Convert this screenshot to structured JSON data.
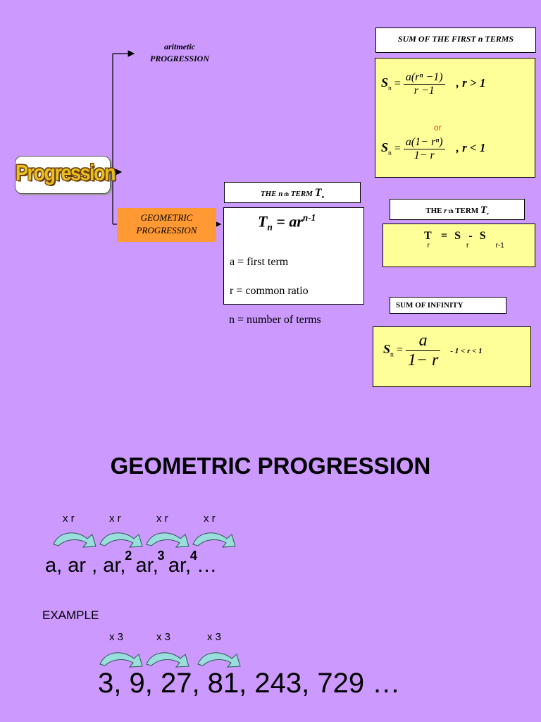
{
  "progression_title": "Progression",
  "arithmetic": {
    "line1": "aritmetic",
    "line2": "PROGRESSION"
  },
  "geometric": {
    "line1": "GEOMETRIC",
    "line2": "PROGRESSION"
  },
  "nth_term": {
    "label_pre": "THE ",
    "label_n": "n",
    "label_th": " th",
    "label_term": " TERM ",
    "label_T": "T",
    "label_sub": "n",
    "formula_T": "T",
    "formula_sub": "n",
    "formula_eq": " = ar",
    "formula_sup": "n-1",
    "def_a": "a = first term",
    "def_r": "r = common ratio",
    "def_n": "n = number of terms"
  },
  "sum_first_n": {
    "label": "SUM OF THE FIRST n TERMS",
    "f1_S": "S",
    "f1_sub": "n",
    "f1_eq": " =",
    "f1_num": "a(rⁿ −1)",
    "f1_den": "r −1",
    "f1_cond": ",  r  > 1",
    "or": "or",
    "f2_S": "S",
    "f2_sub": "n",
    "f2_eq": " =",
    "f2_num": "a(1− rⁿ)",
    "f2_den": "1− r",
    "f2_cond": ",  r  < 1"
  },
  "rth_term": {
    "label_pre": "THE ",
    "label_r": "r",
    "label_th": " th",
    "label_term": " TERM  ",
    "label_T": "T",
    "label_sub": "r",
    "f_T": "T",
    "f_Tsub": "r",
    "f_eq": "=",
    "f_S1": "S",
    "f_S1sub": "r",
    "f_minus": "-",
    "f_S2": "S",
    "f_S2sub": "r-1"
  },
  "sum_infinity": {
    "label": "SUM OF INFINITY",
    "f_S": "S",
    "f_sub": "n",
    "f_eq": " =",
    "f_num": "a",
    "f_den": "1− r",
    "f_cond": "- 1 < r < 1"
  },
  "heading": "GEOMETRIC PROGRESSION",
  "seq": {
    "ratios": [
      "x r",
      "x r",
      "x r",
      "x r"
    ],
    "t1": "a,",
    "t2": "ar ,",
    "t3": "ar,",
    "t3_sup": "2",
    "t4": "ar,",
    "t4_sup": "3",
    "t5": "ar,",
    "t5_sup": "4",
    "ellipsis": "…"
  },
  "example": {
    "label": "EXAMPLE",
    "ratios": [
      "x 3",
      "x 3",
      "x 3"
    ],
    "sequence": "3, 9, 27, 81, 243, 729 …"
  },
  "colors": {
    "background": "#cc99ff",
    "geometric_box": "#ff9933",
    "formula_box": "#ffff99",
    "or_text": "#ff3333",
    "arrow_fill": "#99dddd"
  }
}
